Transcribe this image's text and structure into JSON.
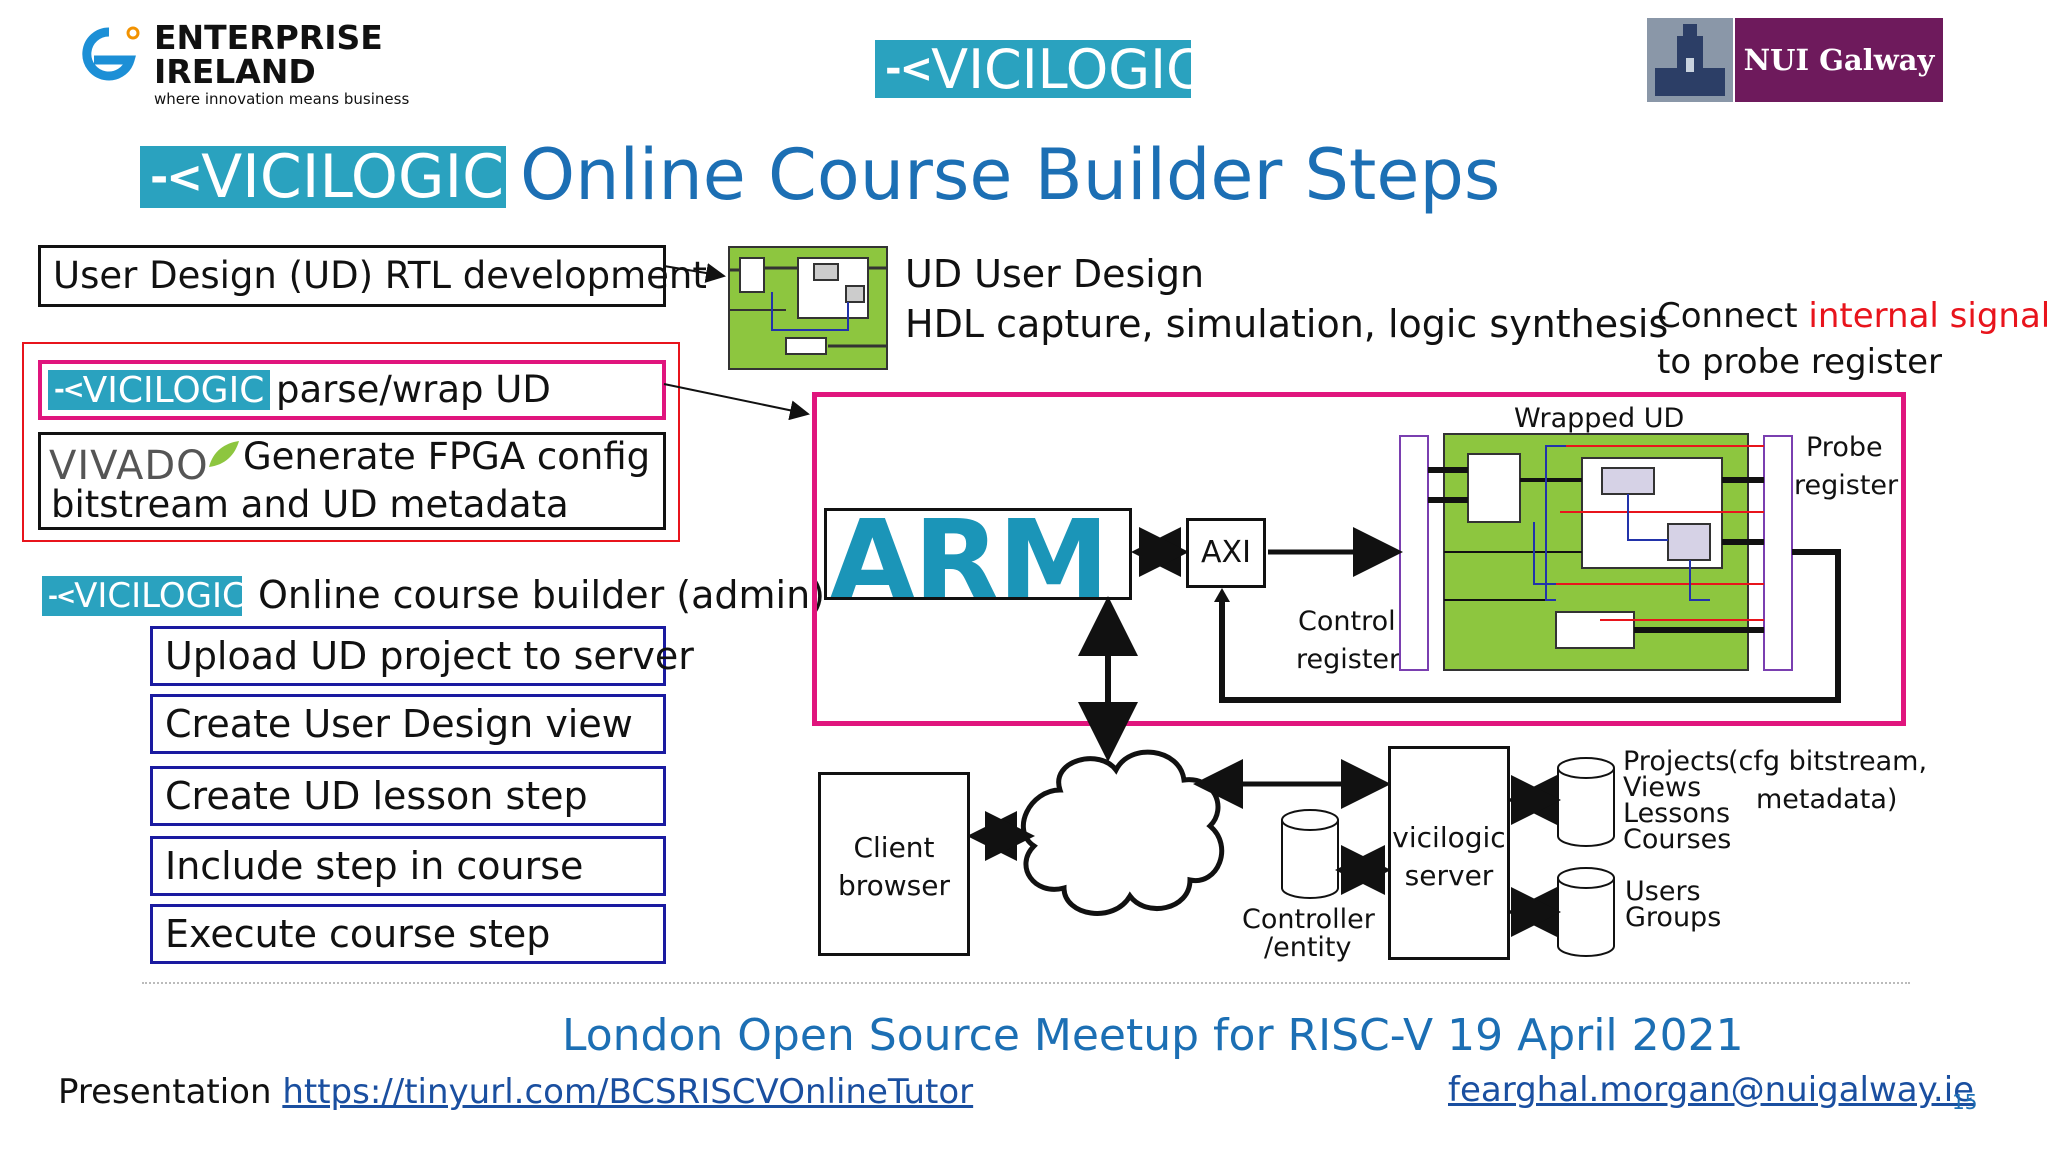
{
  "logos": {
    "enterprise_line1": "ENTERPRISE",
    "enterprise_line2": "IRELAND",
    "enterprise_tagline": "where innovation means business",
    "vicilogic": "VICILOGIC",
    "nui": "NUI Galway",
    "vivado": "VIVADO",
    "arm": "ARM"
  },
  "title": "Online Course Builder Steps",
  "left": {
    "ud_rtl": "User Design (UD) RTL development",
    "parse_wrap": "parse/wrap UD",
    "gen_line1": "Generate FPGA config",
    "gen_line2": "bitstream and UD metadata",
    "builder_heading": "Online course builder (admin)",
    "steps": [
      "Upload UD project to server",
      "Create User Design view",
      "Create UD lesson step",
      "Include step in course",
      "Execute course step"
    ]
  },
  "ud_desc": {
    "line1": "UD User Design",
    "line2": "HDL capture, simulation, logic synthesis"
  },
  "connect_note": {
    "pre": "Connect ",
    "highlight": "internal signals",
    "line2": "to probe register",
    "highlight_color": "#e8141c"
  },
  "diagram": {
    "wrapped_ud": "Wrapped UD",
    "probe_line1": "Probe",
    "probe_line2": "register",
    "axi": "AXI",
    "control_line1": "Control",
    "control_line2": "register",
    "client_line1": "Client",
    "client_line2": "browser",
    "server_line1": "vicilogic",
    "server_line2": "server",
    "controller_line1": "Controller",
    "controller_line2": "/entity",
    "db1_items": [
      "Projects",
      "Views",
      "Lessons",
      "Courses"
    ],
    "db1_note_line1": "(cfg bitstream,",
    "db1_note_line2": "metadata)",
    "db2_items": [
      "Users",
      "Groups"
    ]
  },
  "footer": {
    "event": "London Open Source Meetup for RISC-V 19 April 2021",
    "presentation_label": "Presentation",
    "presentation_url": "https://tinyurl.com/BCSRISCVOnlineTutor",
    "email": "fearghal.morgan@nuigalway.ie",
    "page": "15"
  },
  "colors": {
    "accent_blue": "#1c6fb4",
    "vicilogic_bg": "#2aa2bf",
    "magenta": "#e0157d",
    "red": "#e8141c",
    "green": "#8dc63f",
    "nui_purple": "#6e1a5c"
  }
}
